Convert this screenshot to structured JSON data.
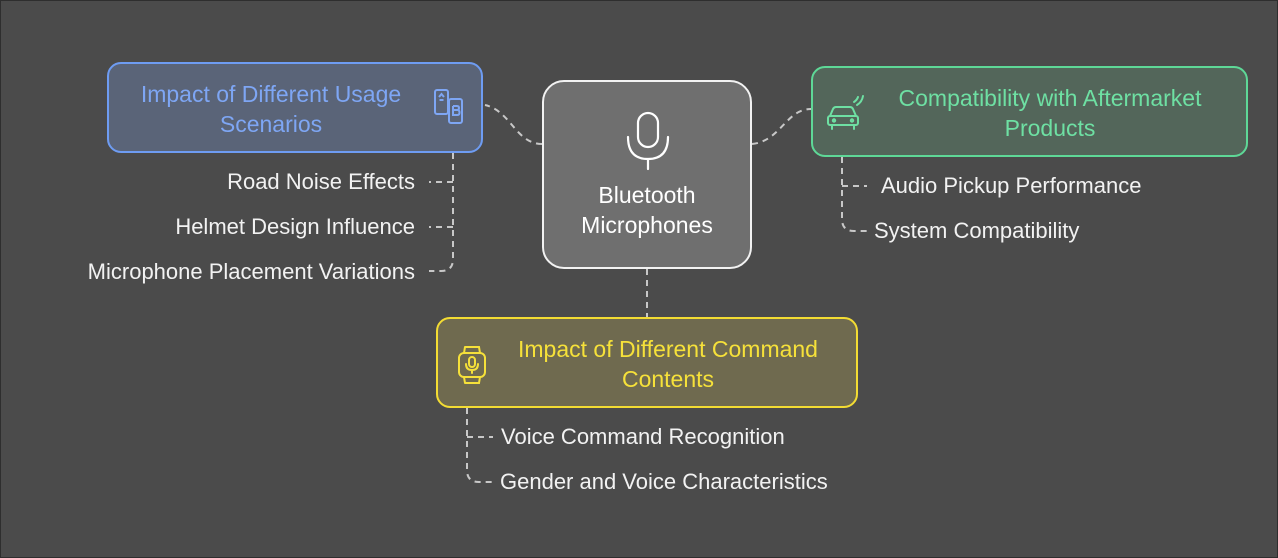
{
  "center": {
    "title_line1": "Bluetooth",
    "title_line2": "Microphones",
    "icon": "microphone-icon"
  },
  "usage": {
    "title_line1": "Impact of Different Usage",
    "title_line2": "Scenarios",
    "icon": "phone-sync-icon",
    "items": [
      "Road Noise Effects",
      "Helmet Design Influence",
      "Microphone Placement Variations"
    ]
  },
  "compat": {
    "title_line1": "Compatibility with Aftermarket",
    "title_line2": "Products",
    "icon": "connected-car-icon",
    "items": [
      "Audio Pickup Performance",
      "System Compatibility"
    ]
  },
  "command": {
    "title_line1": "Impact of Different Command",
    "title_line2": "Contents",
    "icon": "smartwatch-mic-icon",
    "items": [
      "Voice Command Recognition",
      "Gender and Voice Characteristics"
    ]
  },
  "colors": {
    "usage": "#6e9cf2",
    "compat": "#5ed897",
    "command": "#f3dc33",
    "center": "#f2f2f2",
    "background": "#4b4b4b"
  }
}
